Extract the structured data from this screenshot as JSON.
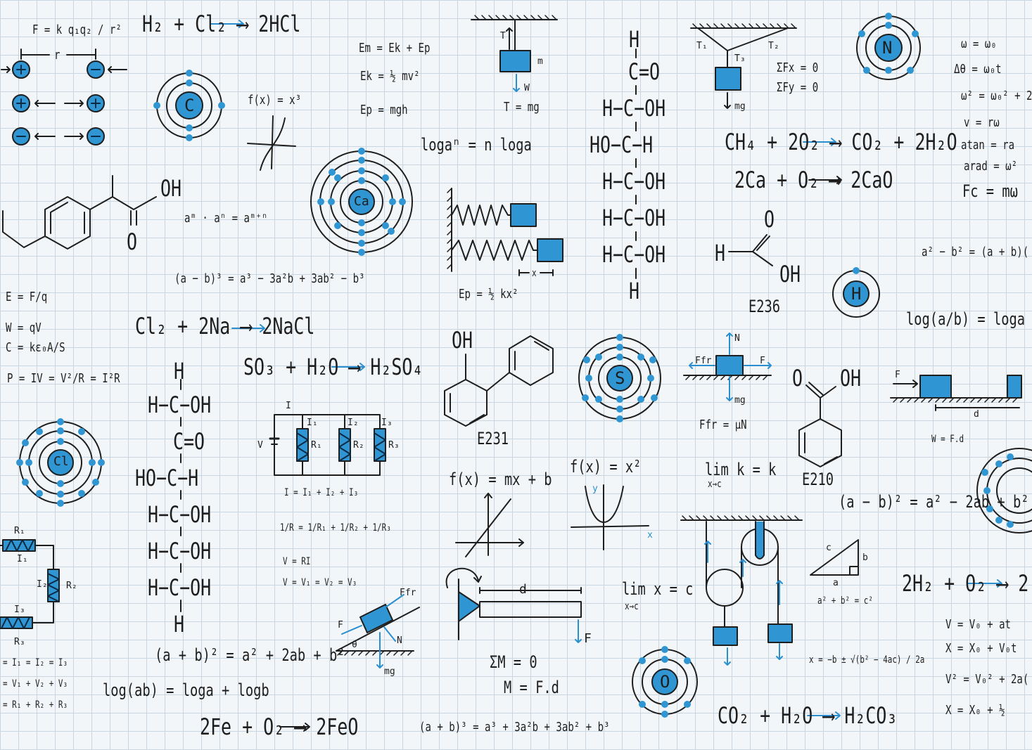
{
  "colors": {
    "ink": "#1e1e1e",
    "accent": "#2f96d3",
    "grid": "#c9d6e2",
    "paper": "#f3f6f9"
  },
  "formulas": {
    "coulomb": "F = k q₁q₂ / r²",
    "coulomb_r": "r",
    "h2cl2": "H₂ + Cl₂ ⟶ 2HCl",
    "em": "Em = Ek + Ep",
    "ek": "Ek = ½ mv²",
    "ep": "Ep = mgh",
    "fx3": "f(x) = x³",
    "tension": "T = mg",
    "log_power": "logaⁿ = n loga",
    "exp_rule": "aᵐ · aⁿ = aᵐ⁺ⁿ",
    "cube_minus": "(a − b)³ = a³ − 3a²b + 3ab² − b³",
    "e_field": "E = F/q",
    "work_qv": "W = qV",
    "capacitance": "C = kε₀A/S",
    "power": "P = IV = V²/R = I²R",
    "cl2na": "Cl₂ + 2Na ⟶ 2NaCl",
    "so3": "SO₃ + H₂O ⟶ H₂SO₄",
    "spring_ep": "Ep = ½ kx²",
    "spring_x": "x",
    "sum_fx": "ΣFx = 0",
    "sum_fy": "ΣFy = 0",
    "methane": "CH₄ + 2O₂ ⟶ CO₂ + 2H₂O",
    "calcium": "2Ca + O₂ ⟶ 2CaO",
    "diff_sq": "a² − b² = (a + b)(",
    "log_div": "log(a/b) = loga",
    "omega": "ω = ω₀",
    "dtheta": "Δθ = ω₀t",
    "omega2": "ω² = ω₀² + 2",
    "v_rw": "v = rω",
    "a_tan": "atan = ra",
    "a_rad": "arad = ω²",
    "fc": "Fc = mω",
    "friction": "Ffr = μN",
    "work_fd": "W = F.d",
    "lim_k": "lim k = k",
    "lim_k_sub": "x→c",
    "lim_x": "lim x = c",
    "lim_x_sub": "x→c",
    "fx_linear": "f(x) = mx + b",
    "fx_quad": "f(x) = x²",
    "sq_minus": "(a − b)² = a² − 2ab + b²",
    "sq_plus": "(a + b)² = a² + 2ab + b²",
    "log_mult": "log(ab) = loga + logb",
    "fe": "2Fe + O₂ ⟶ 2FeO",
    "cube_plus": "(a + b)³ = a³ + 3a²b + 3ab² + b³",
    "moment_sum": "ΣM = 0",
    "moment": "M = F.d",
    "co2": "CO₂ + H₂O ⟶ H₂CO₃",
    "quadratic": "x = −b ± √(b² − 4ac) / 2a",
    "h2o2": "2H₂ + O₂ ⟶ 2",
    "pythag": "a² + b² = c²",
    "kin_v": "V = V₀ + at",
    "kin_x": "X = X₀ + V₀t",
    "kin_v2": "V² = V₀² + 2a(",
    "kin_x2": "X = X₀ + ½",
    "i_series": "I = I₁ + I₂ + I₃",
    "r_parallel": "1/R = 1/R₁ + 1/R₂ + 1/R₃",
    "v_ri": "V = RI",
    "v_parallel": "V = V₁ = V₂ = V₃",
    "i_equal": "= I₁ = I₂ = I₃",
    "v_series": "= V₁ + V₂ + V₃",
    "r_series": "= R₁ + R₂ + R₃"
  },
  "labels": {
    "e236": "E236",
    "e231": "E231",
    "e210": "E210",
    "oh": "OH",
    "o": "O",
    "h": "H",
    "m": "m",
    "w": "W",
    "t": "T",
    "mg": "mg",
    "n": "N",
    "f": "F",
    "ffr": "Ffr",
    "d": "d",
    "t1": "T₁",
    "t2": "T₂",
    "t3": "T₃",
    "theta": "θ",
    "r1": "R₁",
    "r2": "R₂",
    "r3": "R₃",
    "i1": "I₁",
    "i2": "I₂",
    "i3": "I₃",
    "i": "I",
    "v": "V",
    "a": "a",
    "b": "b",
    "c": "c",
    "x": "x",
    "y": "y"
  },
  "glucose_left": {
    "top": "H",
    "rows": [
      "H−C−OH",
      "C=O",
      "HO−C−H",
      "H−C−OH",
      "H−C−OH",
      "H−C−OH"
    ],
    "bottom": "H"
  },
  "glucose_right": {
    "top": "H",
    "rows": [
      "C=O",
      "H−C−OH",
      "HO−C−H",
      "H−C−OH",
      "H−C−OH",
      "H−C−OH"
    ],
    "bottom": "H"
  },
  "atoms": [
    {
      "symbol": "C"
    },
    {
      "symbol": "N"
    },
    {
      "symbol": "Ca"
    },
    {
      "symbol": "H"
    },
    {
      "symbol": "S"
    },
    {
      "symbol": "Cl"
    },
    {
      "symbol": "O"
    }
  ]
}
